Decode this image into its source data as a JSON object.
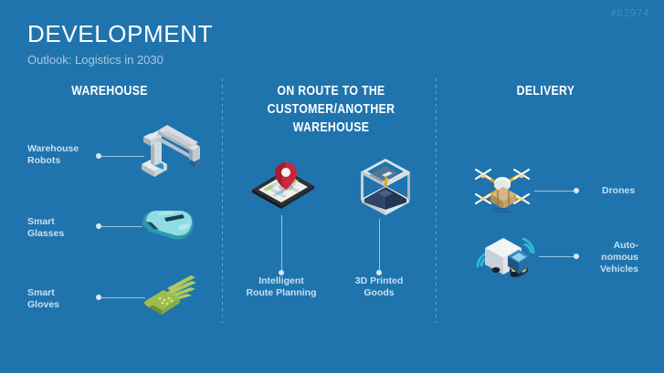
{
  "header": {
    "page_id": "#D2974",
    "title": "DEVELOPMENT",
    "subtitle": "Outlook: Logistics in 2030"
  },
  "columns": [
    {
      "id": "warehouse",
      "heading": "WAREHOUSE",
      "items": [
        {
          "id": "warehouse-robots",
          "label": "Warehouse\nRobots",
          "icon": "robot-arm-icon"
        },
        {
          "id": "smart-glasses",
          "label": "Smart\nGlasses",
          "icon": "vr-glasses-icon"
        },
        {
          "id": "smart-gloves",
          "label": "Smart\nGloves",
          "icon": "smart-gloves-icon"
        }
      ]
    },
    {
      "id": "on-route",
      "heading": "ON ROUTE TO THE\nCUSTOMER/ANOTHER\nWAREHOUSE",
      "items": [
        {
          "id": "intelligent-route-planning",
          "label": "Intelligent\nRoute Planning",
          "icon": "map-pin-phone-icon"
        },
        {
          "id": "3d-printed-goods",
          "label": "3D Printed\nGoods",
          "icon": "3d-printer-icon"
        }
      ]
    },
    {
      "id": "delivery",
      "heading": "DELIVERY",
      "items": [
        {
          "id": "drones",
          "label": "Drones",
          "icon": "drone-icon"
        },
        {
          "id": "autonomous-vehicles",
          "label": "Auto-\nnomous\nVehicles",
          "icon": "autonomous-truck-icon"
        }
      ]
    }
  ],
  "colors": {
    "background": "#1f74ae",
    "title": "#ffffff",
    "subtitle": "#a9c9e0",
    "label": "#c9dff0",
    "connector": "#9cc4de",
    "page_id": "#3f8cc0",
    "accent_green": "#9cbd4e",
    "accent_teal": "#7fd4d8",
    "accent_yellow": "#f2b21c",
    "accent_red": "#c8283c"
  }
}
